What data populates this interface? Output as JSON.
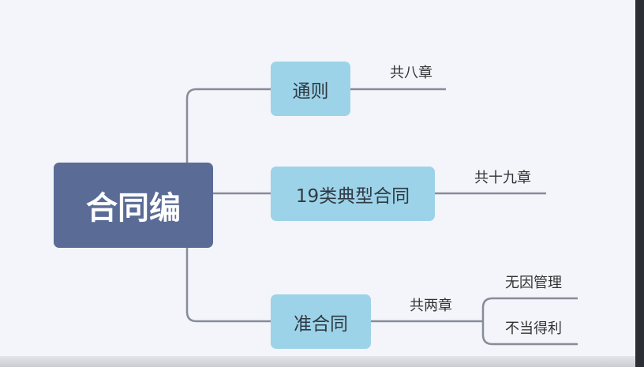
{
  "root": {
    "label": "合同编"
  },
  "branches": [
    {
      "label": "通则",
      "note": "共八章"
    },
    {
      "label": "19类典型合同",
      "note": "共十九章"
    },
    {
      "label": "准合同",
      "note": "共两章",
      "children": [
        "无因管理",
        "不当得利"
      ]
    }
  ],
  "colors": {
    "root": "#5a6b96",
    "branch": "#9dd3e8",
    "line": "#878c99"
  }
}
